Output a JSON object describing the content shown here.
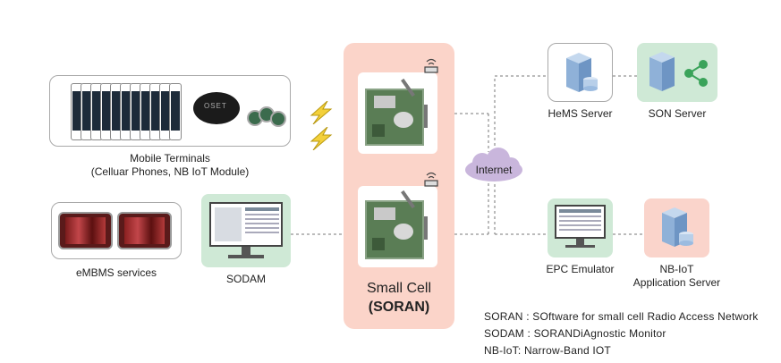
{
  "mobile_terminals": {
    "title": "Mobile Terminals",
    "subtitle": "(Celluar Phones, NB IoT Module)"
  },
  "embms": {
    "label": "eMBMS services"
  },
  "sodam": {
    "label": "SODAM"
  },
  "small_cell": {
    "title": "Small Cell",
    "subtitle": "(SORAN)"
  },
  "internet": {
    "label": "Internet"
  },
  "hems": {
    "label": "HeMS Server"
  },
  "son": {
    "label": "SON Server"
  },
  "epc": {
    "label": "EPC Emulator"
  },
  "nbiot": {
    "line1": "NB-IoT",
    "line2": "Application Server"
  },
  "legend": [
    "SORAN : SOftware for small cell Radio Access Network",
    "SODAM : SORANDiAgnostic Monitor",
    "NB-IoT: Narrow-Band IOT"
  ],
  "device_brand": "OSET",
  "colors": {
    "small_cell_bg": "#fbd4c9",
    "green_box": "#cfe9d6",
    "pink_box": "#fad4cb",
    "cloud": "#c9b6dc",
    "server": "#8fb1d8"
  }
}
